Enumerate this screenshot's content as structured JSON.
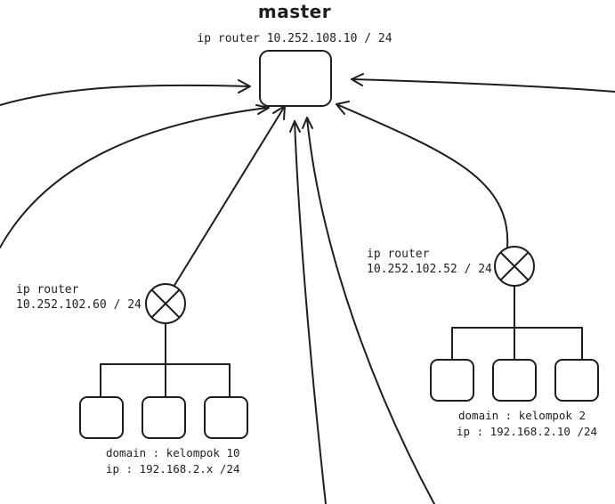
{
  "master": {
    "title": "master",
    "ip_label": "ip router 10.252.108.10 / 24",
    "icon": "cat-photo"
  },
  "left_router": {
    "label_line1": "ip router",
    "label_line2": "10.252.102.60 / 24",
    "icon": "router-x-icon"
  },
  "right_router": {
    "label_line1": "ip router",
    "label_line2": "10.252.102.52 / 24",
    "icon": "router-x-icon"
  },
  "left_domain": {
    "line1": "domain : kelompok 10",
    "line2": "ip : 192.168.2.x /24"
  },
  "right_domain": {
    "line1": "domain : kelompok 2",
    "line2": "ip : 192.168.2.10 /24"
  },
  "colors": {
    "stroke": "#1e1e1e",
    "background": "#ffffff"
  }
}
